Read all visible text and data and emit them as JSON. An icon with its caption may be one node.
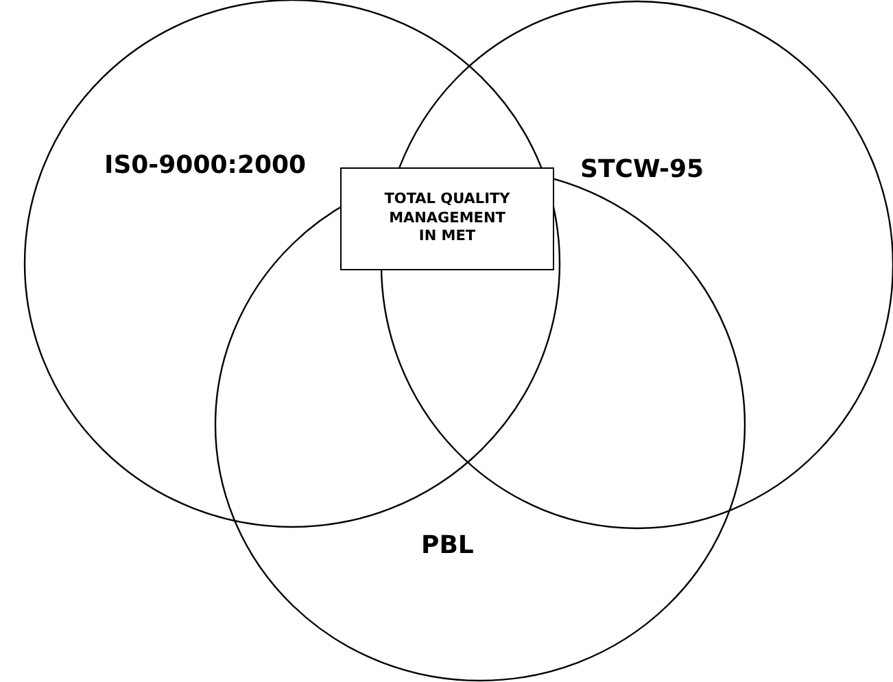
{
  "diagram": {
    "nodes": [
      {
        "text": [
          "IS0-9000:2000"
        ]
      },
      {
        "text": [
          "STCW-95"
        ]
      },
      {
        "text": [
          "PBL"
        ]
      },
      {
        "text": [
          "TOTAL QUALITY MANAGEMENT IN MET"
        ]
      }
    ]
  }
}
